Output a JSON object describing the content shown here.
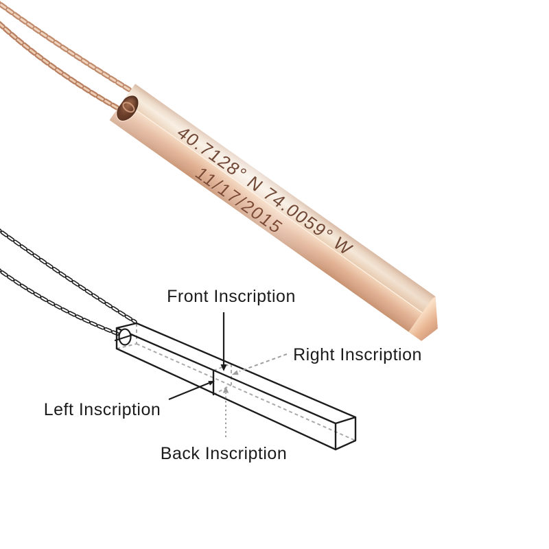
{
  "photo": {
    "engraving_line1": "40.7128° N 74.0059° W",
    "engraving_line2": "11/17/2015",
    "colors": {
      "rose_gold_light": "#f7ecde",
      "rose_gold_mid": "#e2b193",
      "rose_gold_deep": "#c6926f",
      "engraving": "#714836"
    }
  },
  "diagram": {
    "labels": {
      "front": "Front Inscription",
      "right": "Right Inscription",
      "left": "Left Inscription",
      "back": "Back Inscription"
    },
    "colors": {
      "line": "#1c1c1c",
      "hidden_line": "#a9a9a9"
    }
  }
}
